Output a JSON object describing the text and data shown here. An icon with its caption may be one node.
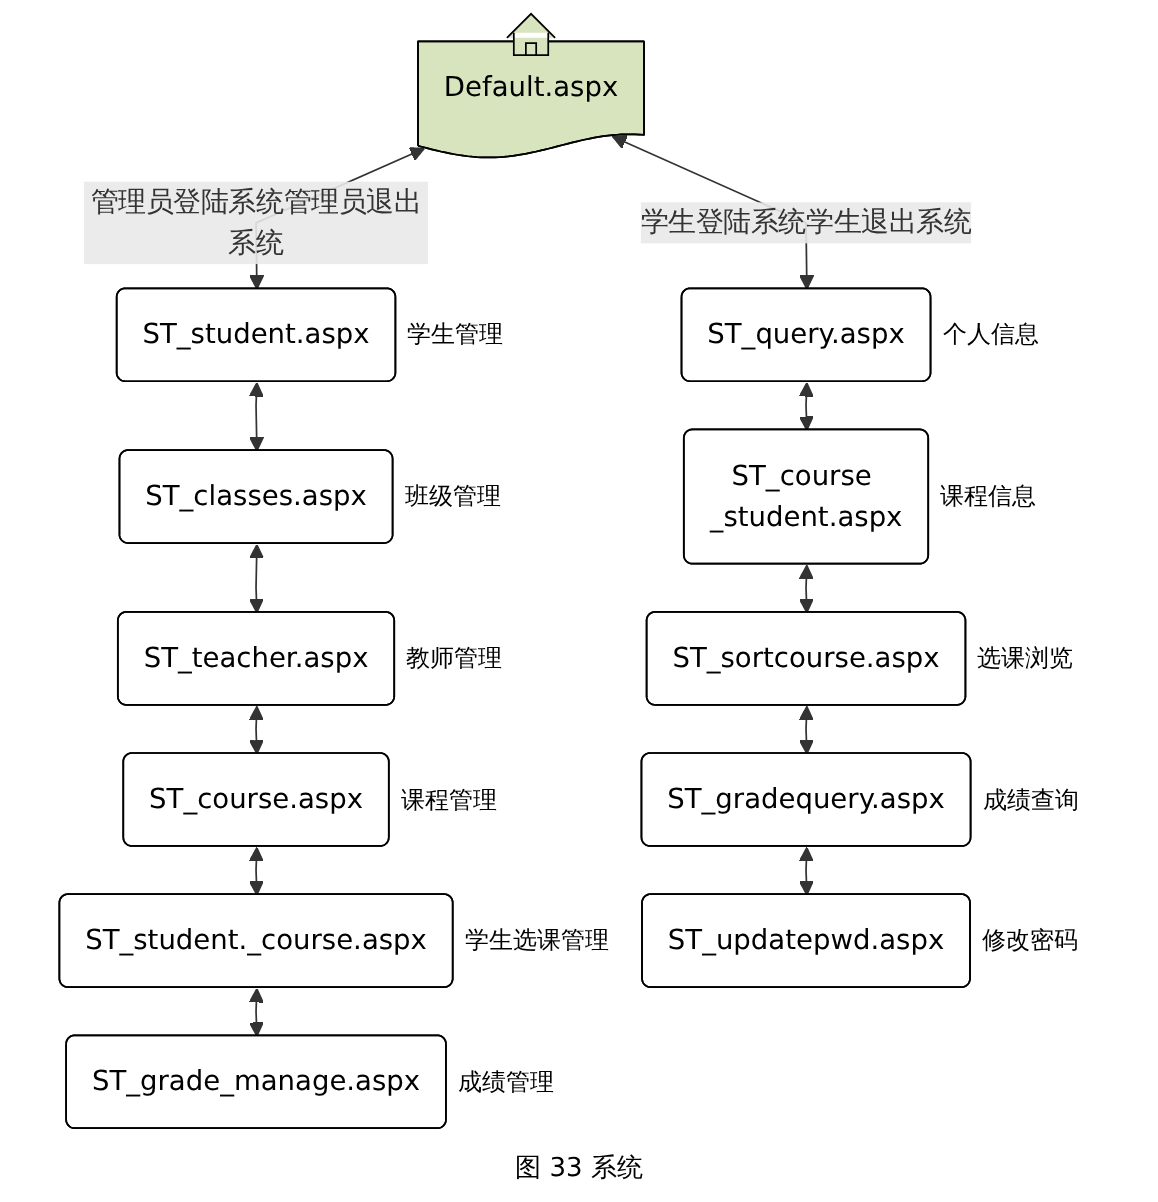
{
  "diagram": {
    "caption": "图 33 系统",
    "nodes": [
      {
        "text": [
          "Default.aspx"
        ]
      },
      {
        "text": [
          "ST_student.aspx"
        ],
        "beside": [
          "学生管理"
        ]
      },
      {
        "text": [
          "ST_classes.aspx"
        ],
        "beside": [
          "班级管理"
        ]
      },
      {
        "text": [
          "ST_teacher.aspx"
        ],
        "beside": [
          "教师管理"
        ]
      },
      {
        "text": [
          "ST_course.aspx"
        ],
        "beside": [
          "课程管理"
        ]
      },
      {
        "text": [
          "ST_student._course.aspx"
        ],
        "beside": [
          "学生选课管理"
        ]
      },
      {
        "text": [
          "ST_grade_manage.aspx"
        ],
        "beside": [
          "成绩管理"
        ]
      },
      {
        "text": [
          "ST_query.aspx"
        ],
        "beside": [
          "个人信息"
        ]
      },
      {
        "text": [
          "ST_course _student.aspx"
        ],
        "beside": [
          "课程信息"
        ]
      },
      {
        "text": [
          "ST_sortcourse.aspx"
        ],
        "beside": [
          "选课浏览"
        ]
      },
      {
        "text": [
          "ST_gradequery.aspx"
        ],
        "beside": [
          "成绩查询"
        ]
      },
      {
        "text": [
          "ST_updatepwd.aspx"
        ],
        "beside": [
          "修改密码"
        ]
      }
    ],
    "edges": [
      {
        "from": 0,
        "to": 1,
        "arrow": "both",
        "label": "管理员登陆系统管理员退出系统"
      },
      {
        "from": 1,
        "to": 2,
        "arrow": "both"
      },
      {
        "from": 2,
        "to": 3,
        "arrow": "both"
      },
      {
        "from": 3,
        "to": 4,
        "arrow": "both"
      },
      {
        "from": 4,
        "to": 5,
        "arrow": "both"
      },
      {
        "from": 5,
        "to": 6,
        "arrow": "both"
      },
      {
        "from": 0,
        "to": 7,
        "arrow": "both",
        "label": "学生登陆系统学生退出系统"
      },
      {
        "from": 7,
        "to": 8,
        "arrow": "both"
      },
      {
        "from": 8,
        "to": 9,
        "arrow": "both"
      },
      {
        "from": 9,
        "to": 10,
        "arrow": "both"
      },
      {
        "from": 10,
        "to": 11,
        "arrow": "both"
      }
    ]
  }
}
